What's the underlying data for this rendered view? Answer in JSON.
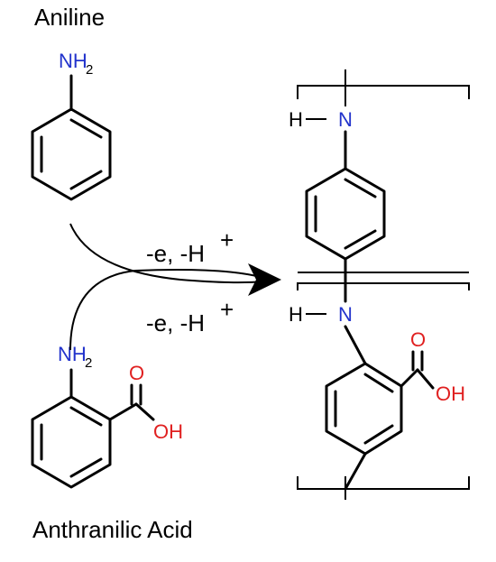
{
  "molecules": {
    "aniline": {
      "name": "Aniline",
      "amine_label": "NH",
      "amine_sub": "2"
    },
    "anthranilic": {
      "name": "Anthranilic Acid",
      "amine_label": "NH",
      "amine_sub": "2",
      "carbonyl_o": "O",
      "hydroxyl": "OH"
    }
  },
  "reaction": {
    "cond_1": "-e, -H",
    "cond_1_sup": "+",
    "cond_2": "-e, -H",
    "cond_2_sup": "+"
  },
  "polymer": {
    "unit1": {
      "h": "H",
      "n": "N"
    },
    "unit2": {
      "h": "H",
      "n": "N",
      "carbonyl_o": "O",
      "hydroxyl": "OH"
    }
  },
  "colors": {
    "bond": "#000000",
    "nitrogen": "#2233cc",
    "oxygen": "#e02020"
  }
}
